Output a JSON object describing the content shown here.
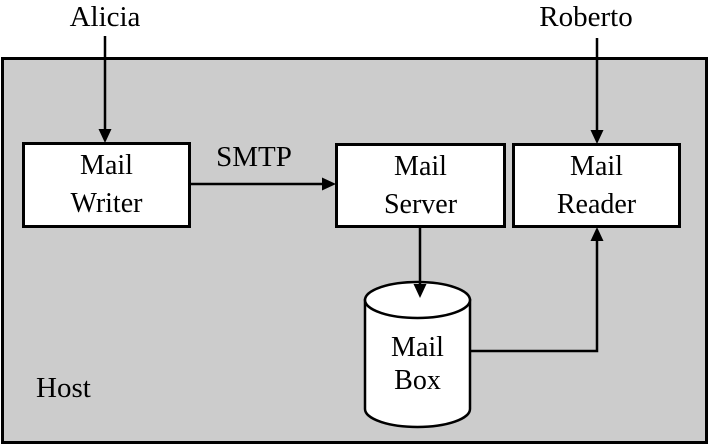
{
  "actors": {
    "sender": "Alicia",
    "receiver": "Roberto"
  },
  "host": {
    "label": "Host"
  },
  "nodes": {
    "writer": "Mail\nWriter",
    "server": "Mail\nServer",
    "reader": "Mail\nReader",
    "mailbox": "Mail\nBox"
  },
  "edges": {
    "smtp_label": "SMTP"
  },
  "colors": {
    "host_fill": "#cccccc",
    "node_fill": "#ffffff",
    "line": "#000000",
    "background": "#ffffff"
  }
}
